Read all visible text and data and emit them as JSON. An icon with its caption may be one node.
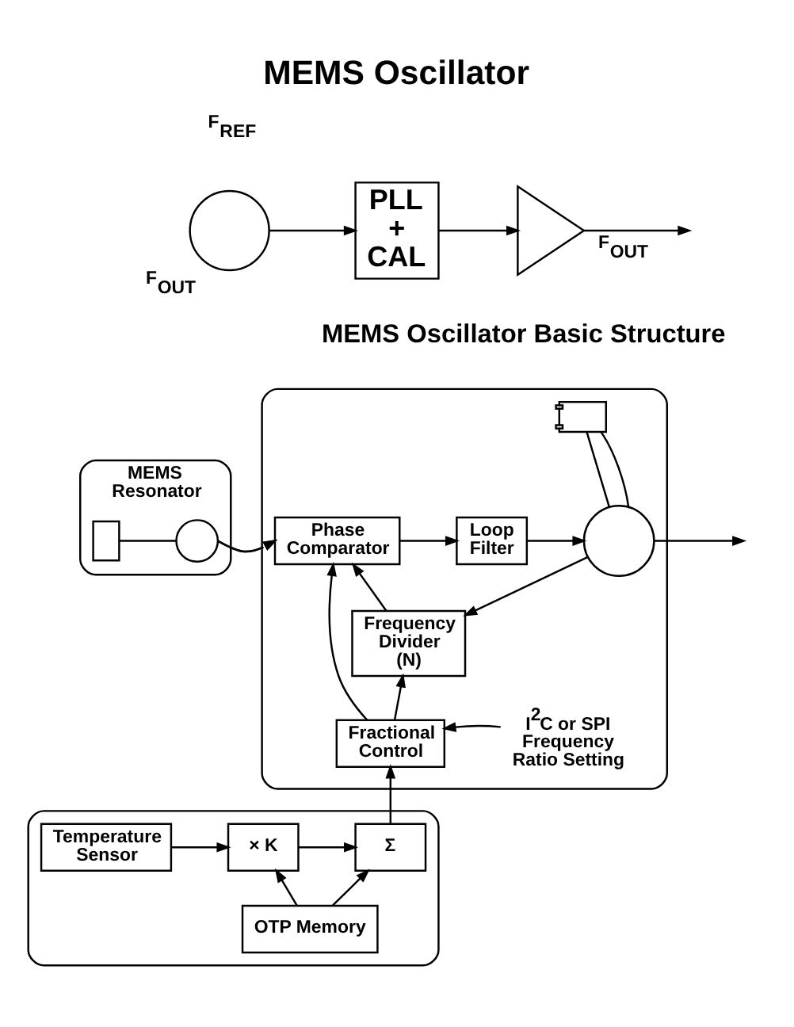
{
  "diagram": {
    "title": "MEMS Oscillator",
    "nodes": [
      {
        "text": [],
        "shape": "circle",
        "beside": [
          "F$_{REF}$",
          "F$_{OUT}$"
        ]
      },
      {
        "text": [
          "PLL + CAL"
        ]
      },
      {
        "text": [],
        "shape": "triangle"
      },
      {
        "text": [
          "MEMS Resonator"
        ]
      },
      {
        "text": [],
        "shape": "box",
        "in": 3
      },
      {
        "text": [],
        "shape": "circle",
        "in": 3
      },
      {
        "text": [],
        "shape": "box"
      },
      {
        "text": [],
        "shape": "picture",
        "in": 6
      },
      {
        "text": [
          "Phase Comparator"
        ],
        "in": 6
      },
      {
        "text": [
          "Loop Filter"
        ],
        "in": 6
      },
      {
        "text": [],
        "shape": "circle",
        "in": 6
      },
      {
        "text": [
          "Frequency Divider (N)"
        ],
        "in": 6
      },
      {
        "text": [
          "Fractional Control"
        ],
        "in": 6
      },
      {
        "text": [
          "I$^{2}$C or SPI Frequency Ratio Setting"
        ],
        "in": 6
      },
      {
        "text": [],
        "shape": "box"
      },
      {
        "text": [
          "Temperature Sensor"
        ],
        "in": 14
      },
      {
        "text": [
          "× K"
        ],
        "in": 14
      },
      {
        "text": [
          "Σ"
        ],
        "in": 14
      },
      {
        "text": [
          "OTP Memory"
        ],
        "in": 14
      }
    ],
    "edges": [
      {
        "from": 0,
        "to": 1,
        "arrow": "to"
      },
      {
        "from": 1,
        "to": 2,
        "arrow": "to"
      },
      {
        "from": 2,
        "to": null,
        "arrow": "to",
        "label": "F$_{OUT}$"
      },
      {
        "from": 4,
        "to": 5,
        "arrow": "none"
      },
      {
        "from": 5,
        "to": 8,
        "arrow": "to"
      },
      {
        "from": 8,
        "to": 9,
        "arrow": "to"
      },
      {
        "from": 9,
        "to": 10,
        "arrow": "to"
      },
      {
        "from": 7,
        "to": 10,
        "arrow": "none"
      },
      {
        "from": 7,
        "to": 10,
        "arrow": "none"
      },
      {
        "from": 10,
        "to": null,
        "arrow": "to"
      },
      {
        "from": 10,
        "to": 11,
        "arrow": "to"
      },
      {
        "from": 11,
        "to": 8,
        "arrow": "to"
      },
      {
        "from": 12,
        "to": 8,
        "arrow": "to"
      },
      {
        "from": 12,
        "to": 11,
        "arrow": "to"
      },
      {
        "from": 13,
        "to": 12,
        "arrow": "to"
      },
      {
        "from": 15,
        "to": 16,
        "arrow": "to"
      },
      {
        "from": 16,
        "to": 17,
        "arrow": "to"
      },
      {
        "from": 18,
        "to": 16,
        "arrow": "to"
      },
      {
        "from": 18,
        "to": 17,
        "arrow": "to"
      },
      {
        "from": 17,
        "to": 12,
        "arrow": "to"
      }
    ],
    "labels": [
      "MEMS Oscillator Basic Structure"
    ]
  }
}
